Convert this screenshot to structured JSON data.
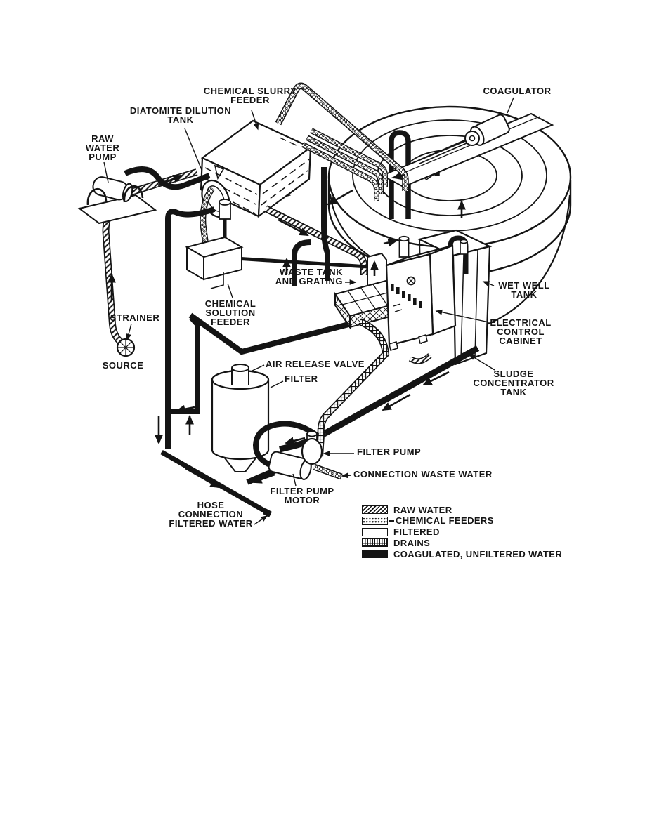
{
  "page": {
    "background": "#ffffff",
    "ink": "#141414"
  },
  "figure": {
    "type": "isometric-flow-diagram"
  },
  "labels": [
    {
      "id": "chemical-slurry-feeder",
      "lines": [
        "CHEMICAL SLURRY",
        "FEEDER"
      ]
    },
    {
      "id": "coagulator",
      "lines": [
        "COAGULATOR"
      ]
    },
    {
      "id": "diatomite-dilution-tank",
      "lines": [
        "DIATOMITE DILUTION",
        "TANK"
      ]
    },
    {
      "id": "raw-water-pump",
      "lines": [
        "RAW",
        "WATER",
        "PUMP"
      ]
    },
    {
      "id": "strainer",
      "lines": [
        "STRAINER"
      ]
    },
    {
      "id": "source",
      "lines": [
        "SOURCE"
      ]
    },
    {
      "id": "chemical-solution-feeder",
      "lines": [
        "CHEMICAL",
        "SOLUTION",
        "FEEDER"
      ]
    },
    {
      "id": "waste-tank-and-grating",
      "lines": [
        "WASTE TANK",
        "AND GRATING"
      ]
    },
    {
      "id": "wet-well-tank",
      "lines": [
        "WET WELL",
        "TANK"
      ]
    },
    {
      "id": "electrical-control-cabinet",
      "lines": [
        "ELECTRICAL",
        "CONTROL",
        "CABINET"
      ]
    },
    {
      "id": "sludge-concentrator-tank",
      "lines": [
        "SLUDGE",
        "CONCENTRATOR",
        "TANK"
      ]
    },
    {
      "id": "air-release-valve",
      "lines": [
        "AIR RELEASE VALVE"
      ]
    },
    {
      "id": "filter",
      "lines": [
        "FILTER"
      ]
    },
    {
      "id": "filter-pump",
      "lines": [
        "FILTER PUMP"
      ]
    },
    {
      "id": "connection-waste-water",
      "lines": [
        "CONNECTION WASTE WATER"
      ]
    },
    {
      "id": "filter-pump-motor",
      "lines": [
        "FILTER PUMP",
        "MOTOR"
      ]
    },
    {
      "id": "hose-connection-filtered-water",
      "lines": [
        "HOSE",
        "CONNECTION",
        "FILTERED WATER"
      ]
    }
  ],
  "legend": {
    "entries": [
      {
        "id": "raw-water",
        "pattern": "diagonal-hatch",
        "label": "RAW WATER"
      },
      {
        "id": "chemical-feeders",
        "pattern": "stipple",
        "label": "CHEMICAL FEEDERS",
        "tie": true
      },
      {
        "id": "filtered",
        "pattern": "plain",
        "label": "FILTERED"
      },
      {
        "id": "drains",
        "pattern": "grid",
        "label": "DRAINS"
      },
      {
        "id": "coagulated-unfiltered-water",
        "pattern": "solid",
        "label": "COAGULATED, UNFILTERED WATER"
      }
    ]
  }
}
